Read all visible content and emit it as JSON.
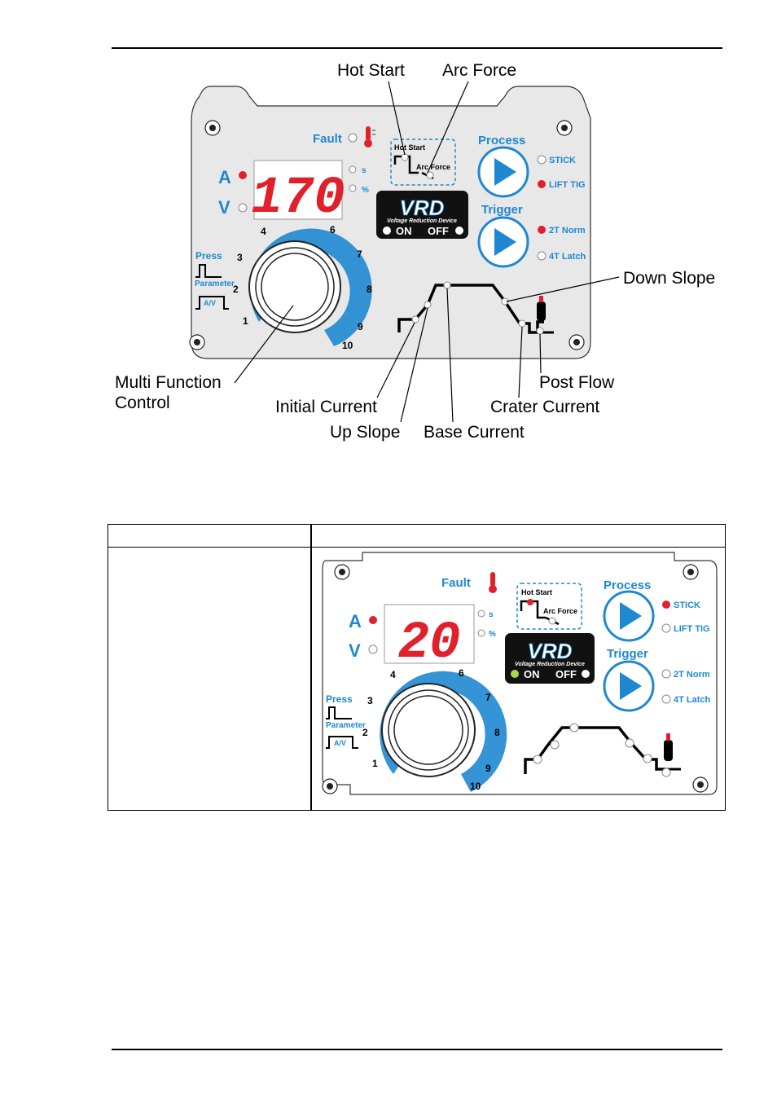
{
  "callouts": {
    "hot_start": "Hot Start",
    "arc_force": "Arc Force",
    "down_slope": "Down Slope",
    "multi_function_control_line1": "Multi Function",
    "multi_function_control_line2": "Control",
    "post_flow": "Post Flow",
    "initial_current": "Initial Current",
    "crater_current": "Crater Current",
    "up_slope": "Up Slope",
    "base_current": "Base Current"
  },
  "panel1": {
    "fault": "Fault",
    "amps_label": "A",
    "volts_label": "V",
    "display_value": "170",
    "unit_s": "s",
    "unit_pct": "%",
    "hot_start": "Hot Start",
    "arc_force": "Arc Force",
    "vrd_logo": "VRD",
    "vrd_subtitle": "Voltage Reduction Device",
    "vrd_on": "ON",
    "vrd_off": "OFF",
    "process": "Process",
    "stick": "STICK",
    "lift_tig": "LIFT TIG",
    "trigger": "Trigger",
    "norm_2t": "2T Norm",
    "latch_4t": "4T Latch",
    "press": "Press",
    "parameter": "Parameter",
    "av": "A/V",
    "dial_numbers": [
      "1",
      "2",
      "3",
      "4",
      "6",
      "7",
      "8",
      "9",
      "10"
    ]
  },
  "panel2": {
    "fault": "Fault",
    "amps_label": "A",
    "volts_label": "V",
    "display_value": "20",
    "unit_s": "s",
    "unit_pct": "%",
    "hot_start": "Hot Start",
    "arc_force": "Arc Force",
    "vrd_logo": "VRD",
    "vrd_subtitle": "Voltage Reduction Device",
    "vrd_on": "ON",
    "vrd_off": "OFF",
    "process": "Process",
    "stick": "STICK",
    "lift_tig": "LIFT TIG",
    "trigger": "Trigger",
    "norm_2t": "2T Norm",
    "latch_4t": "4T Latch",
    "press": "Press",
    "parameter": "Parameter",
    "av": "A/V",
    "dial_numbers": [
      "1",
      "2",
      "3",
      "4",
      "6",
      "7",
      "8",
      "9",
      "10"
    ]
  },
  "colors": {
    "panel_bg": "#e8e8e9",
    "accent_blue": "#1e88d0",
    "led_red": "#e0202a",
    "led_green": "#a6d84a",
    "display_bg": "#ffffff",
    "vrd_bg": "#111111"
  }
}
